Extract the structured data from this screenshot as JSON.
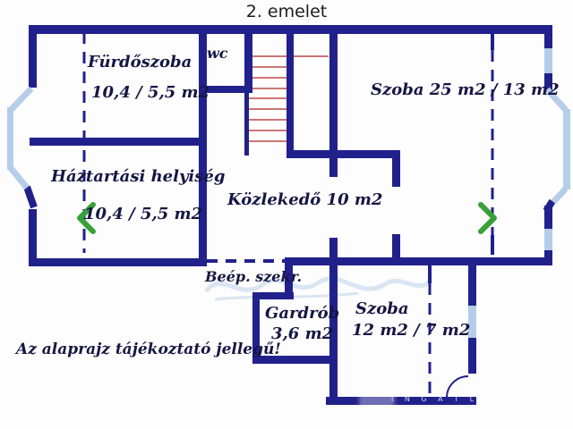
{
  "title": "2. emelet",
  "disclaimer": "Az alaprajz tájékoztató jellegű!",
  "rooms": {
    "furdoszoba": {
      "name": "Fürdőszoba",
      "area": "10,4 / 5,5 m2"
    },
    "wc": {
      "name": "wc"
    },
    "szoba_nagy": {
      "name": "Szoba 25 m2 / 13 m2"
    },
    "haztartasi": {
      "name": "Háztartási helyiség",
      "area": "10,4 / 5,5 m2"
    },
    "kozlekedo": {
      "name": "Közlekedő 10 m2"
    },
    "beep_szekr": {
      "name": "Beép. szekr."
    },
    "gardrob": {
      "name": "Gardrób",
      "area": "3,6 m2"
    },
    "szoba_kis": {
      "name": "Szoba",
      "area": "12 m2 / 7 m2"
    }
  },
  "watermark": {
    "bottom_text": "I N G A T L"
  },
  "colors": {
    "wall": "#21218c",
    "glass": "#b5cde9",
    "stairs": "#cd7575",
    "arrow": "#38a038",
    "ink": "#161644"
  }
}
